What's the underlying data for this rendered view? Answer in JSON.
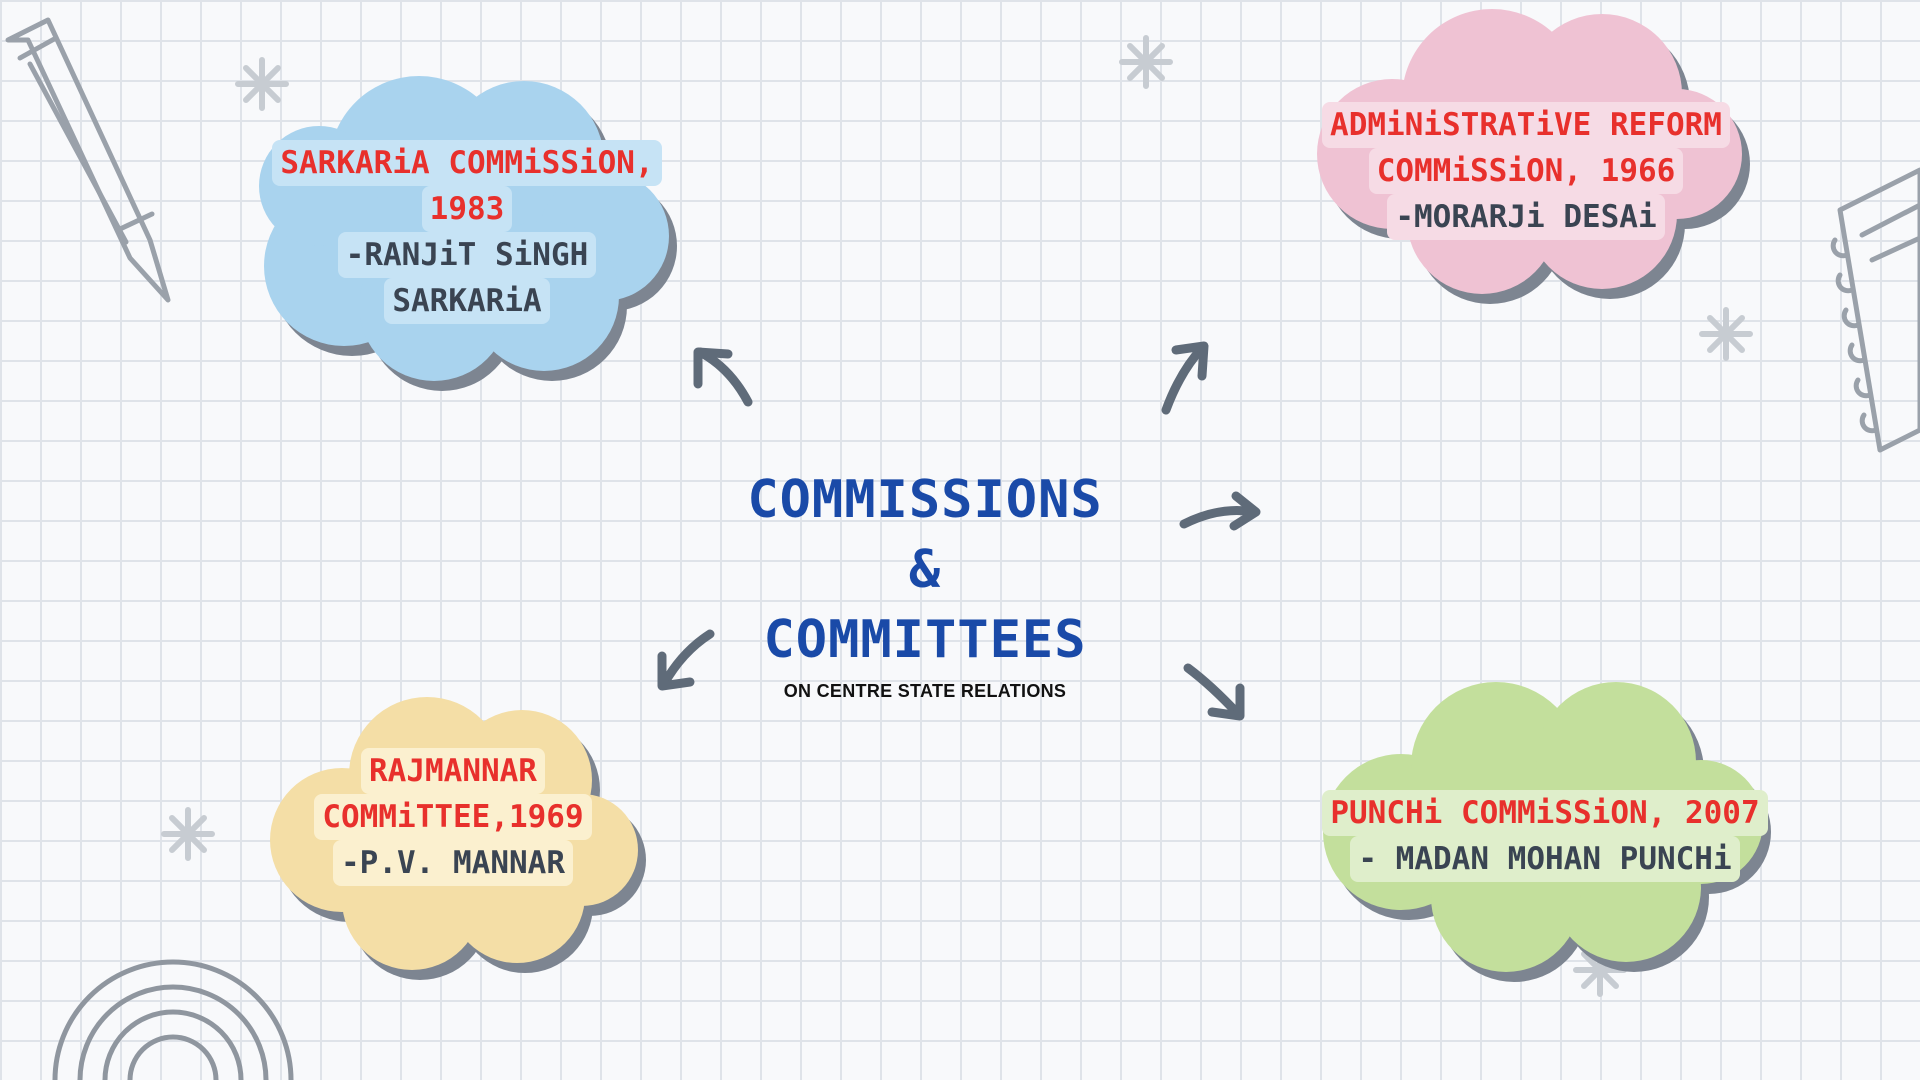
{
  "center": {
    "title_line1": "COMMISSIONS &",
    "title_line2": "COMMITTEES",
    "subtitle": "ON CENTRE STATE RELATIONS"
  },
  "nodes": [
    {
      "id": "sarkaria",
      "title_lines": [
        "SARKARiA COMMiSSiON,",
        "1983"
      ],
      "name_lines": [
        "-RANJiT SiNGH",
        "SARKARiA"
      ],
      "cloud_color": "#a9d3ee"
    },
    {
      "id": "administrative-reform",
      "title_lines": [
        "ADMiNiSTRATiVE REFORM",
        "COMMiSSiON, 1966"
      ],
      "name_lines": [
        "-MORARJi DESAi"
      ],
      "cloud_color": "#efc2d3"
    },
    {
      "id": "rajmannar",
      "title_lines": [
        "RAJMANNAR",
        "COMMiTTEE,1969"
      ],
      "name_lines": [
        "-P.V. MANNAR"
      ],
      "cloud_color": "#f4dea6"
    },
    {
      "id": "punchi",
      "title_lines": [
        "PUNCHi COMMiSSiON, 2007"
      ],
      "name_lines": [
        "- MADAN MOHAN PUNCHi"
      ],
      "cloud_color": "#c3df9c"
    }
  ],
  "colors": {
    "title_text": "#e8302c",
    "name_text": "#3a4452",
    "center_title": "#1a4aa8",
    "arrow": "#5f6b79",
    "cloud_shadow": "#7d8591",
    "doodle": "#9aa1aa"
  }
}
